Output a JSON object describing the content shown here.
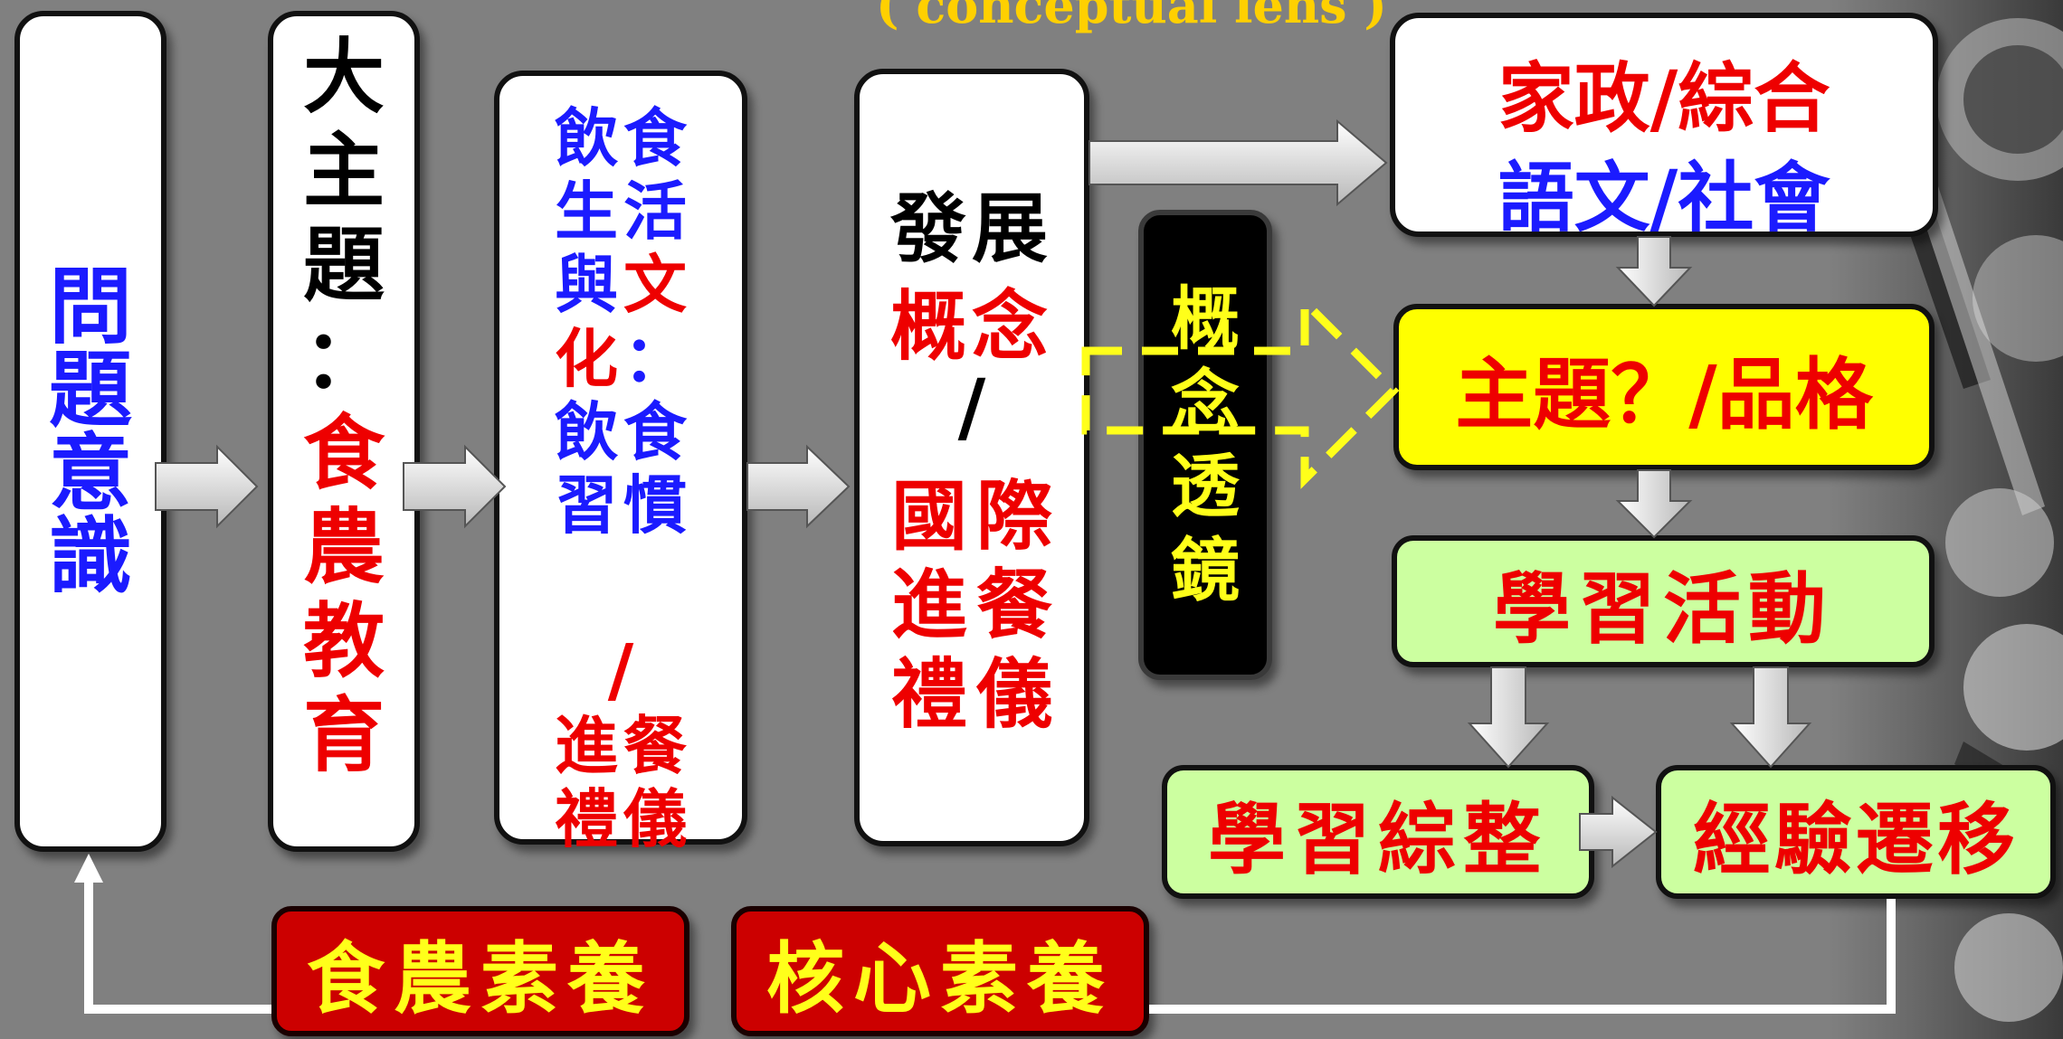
{
  "header": {
    "lens_label": "( conceptual lens )"
  },
  "boxes": {
    "problem_awareness": [
      "問",
      "題",
      "意",
      "識"
    ],
    "main_theme_label": [
      "大",
      "主",
      "題",
      "："
    ],
    "main_theme_value": [
      "食",
      "農",
      "教",
      "育"
    ],
    "food_culture": {
      "left": [
        "飲",
        "生",
        "與",
        "化",
        "飲",
        "習"
      ],
      "right": [
        "食",
        "活",
        "文",
        "：",
        "食",
        "慣"
      ],
      "slash": "/",
      "etiquette_left": [
        "進",
        "禮"
      ],
      "etiquette_right": [
        "餐",
        "儀"
      ]
    },
    "develop_concept": {
      "line1": "發展",
      "line2": "概念",
      "slash": "/",
      "left": [
        "國",
        "進",
        "禮"
      ],
      "right": [
        "際",
        "餐",
        "儀"
      ]
    },
    "conceptual_lens": [
      "概",
      "念",
      "透",
      "鏡"
    ],
    "subjects": {
      "line1_a": "家政",
      "line1_b": "綜合",
      "line2_a": "語文",
      "line2_b": "社會",
      "separator": "/"
    },
    "theme_character": "主題？/品格",
    "learning_activity": "學習活動",
    "learning_integration": "學習綜整",
    "experience_transfer": "經驗遷移",
    "food_agri_literacy": "食農素養",
    "core_literacy": "核心素養"
  },
  "colors": {
    "background": "#808080",
    "blue": "#1b1bff",
    "red": "#ee0000",
    "yellow": "#ffff1a",
    "light_green": "#ccffa0",
    "dark_red": "#cc0000"
  }
}
